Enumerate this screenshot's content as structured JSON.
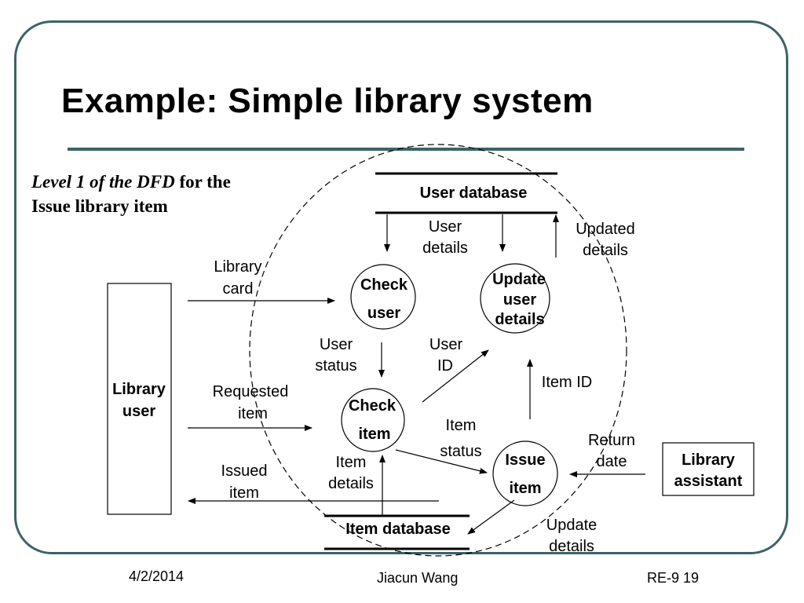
{
  "slide": {
    "title": "Example: Simple library system",
    "caption": {
      "italic": "Level 1 of the DFD",
      "bold_line1": " for the",
      "bold_line2": "Issue library item"
    }
  },
  "diagram": {
    "external_entities": {
      "library_user": [
        "Library",
        "user"
      ],
      "library_assistant": [
        "Library",
        "assistant"
      ]
    },
    "processes": {
      "check_user": [
        "Check",
        "user"
      ],
      "update_user_details": [
        "Update",
        "user",
        "details"
      ],
      "check_item": [
        "Check",
        "item"
      ],
      "issue_item": [
        "Issue",
        "item"
      ]
    },
    "data_stores": {
      "user_database": "User database",
      "item_database": "Item database"
    },
    "flows": {
      "library_card": [
        "Library",
        "card"
      ],
      "user_details": [
        "User",
        "details"
      ],
      "updated_details": [
        "Updated",
        "details"
      ],
      "user_status": [
        "User",
        "status"
      ],
      "user_id": [
        "User",
        "ID"
      ],
      "requested_item": [
        "Requested",
        "item"
      ],
      "item_id": "Item ID",
      "item_status": [
        "Item",
        "status"
      ],
      "item_details": [
        "Item",
        "details"
      ],
      "return_date": [
        "Return",
        "date"
      ],
      "issued_item": [
        "Issued",
        "item"
      ],
      "update_details": [
        "Update",
        "details"
      ]
    }
  },
  "footer": {
    "date": "4/2/2014",
    "author": "Jiacun Wang",
    "page": "RE-9 19"
  }
}
